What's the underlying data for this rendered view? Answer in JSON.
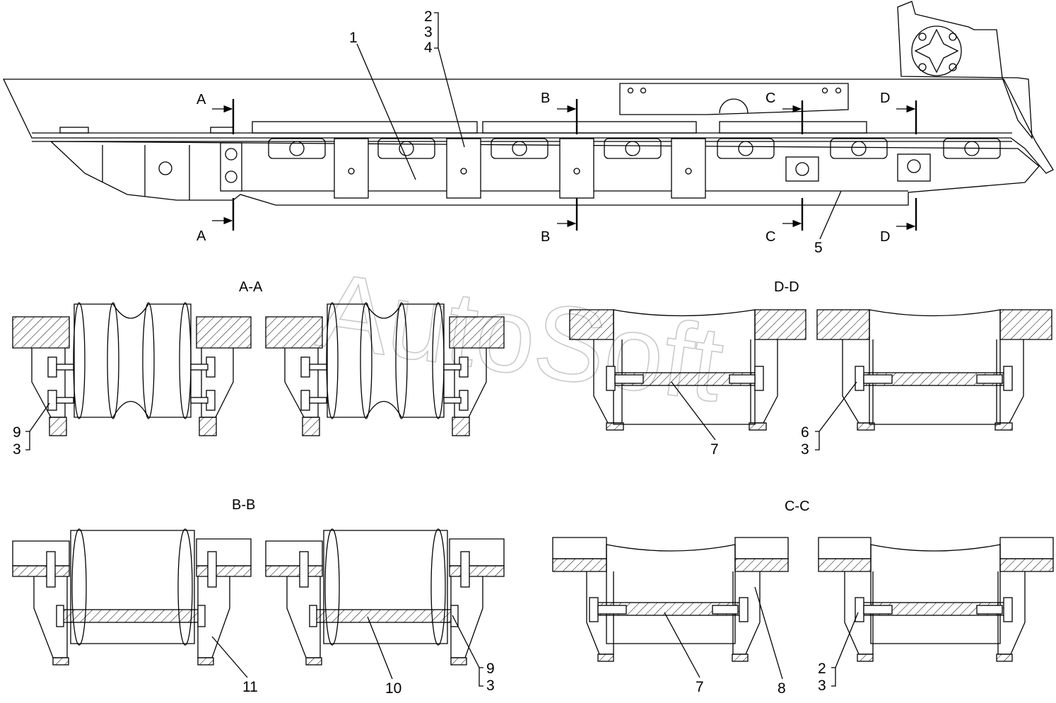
{
  "watermark": "AutoSoft",
  "callouts": {
    "c1": "1",
    "c2": "2",
    "c3": "3",
    "c4": "4",
    "c5": "5",
    "c6": "6",
    "c7": "7",
    "c8": "8",
    "c9": "9",
    "c10": "10",
    "c11": "11"
  },
  "section_letters": {
    "a": "A",
    "b": "B",
    "c": "C",
    "d": "D"
  },
  "view_titles": {
    "aa": "A-A",
    "bb": "B-B",
    "cc": "C-C",
    "dd": "D-D"
  }
}
